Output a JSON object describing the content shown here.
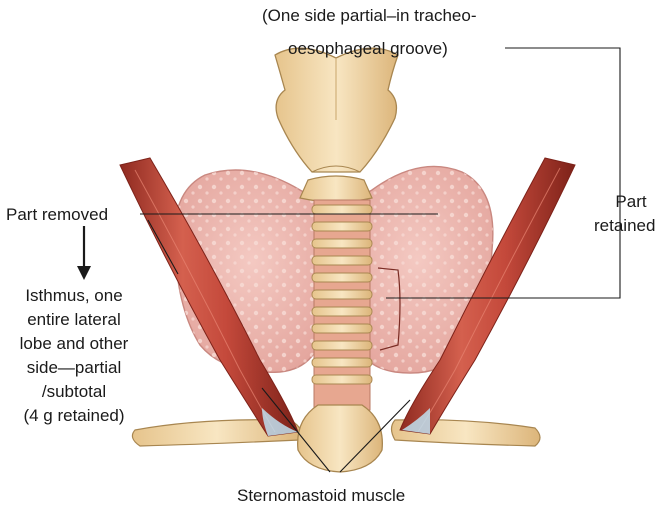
{
  "labels": {
    "groove_line1": "(One side partial–in tracheo-",
    "groove_line2": "oesophageal groove)",
    "part_retained_line1": "Part",
    "part_retained_line2": "retained",
    "part_removed": "Part removed",
    "removed_detail": [
      "Isthmus, one",
      "entire lateral",
      "lobe and other",
      "side—partial",
      "/subtotal",
      "(4 g retained)"
    ],
    "sternomastoid": "Sternomastoid muscle"
  },
  "colors": {
    "thyroid": "#ecb7b0",
    "thyroid_outline": "#c98880",
    "cartilage": "#f3dcae",
    "cartilage_outline": "#a88650",
    "trachea_band": "#e7a790",
    "muscle": "#c4493b",
    "muscle_dark": "#8f2a20",
    "tendon": "#bfe0f0",
    "line": "#1a1a1a"
  }
}
